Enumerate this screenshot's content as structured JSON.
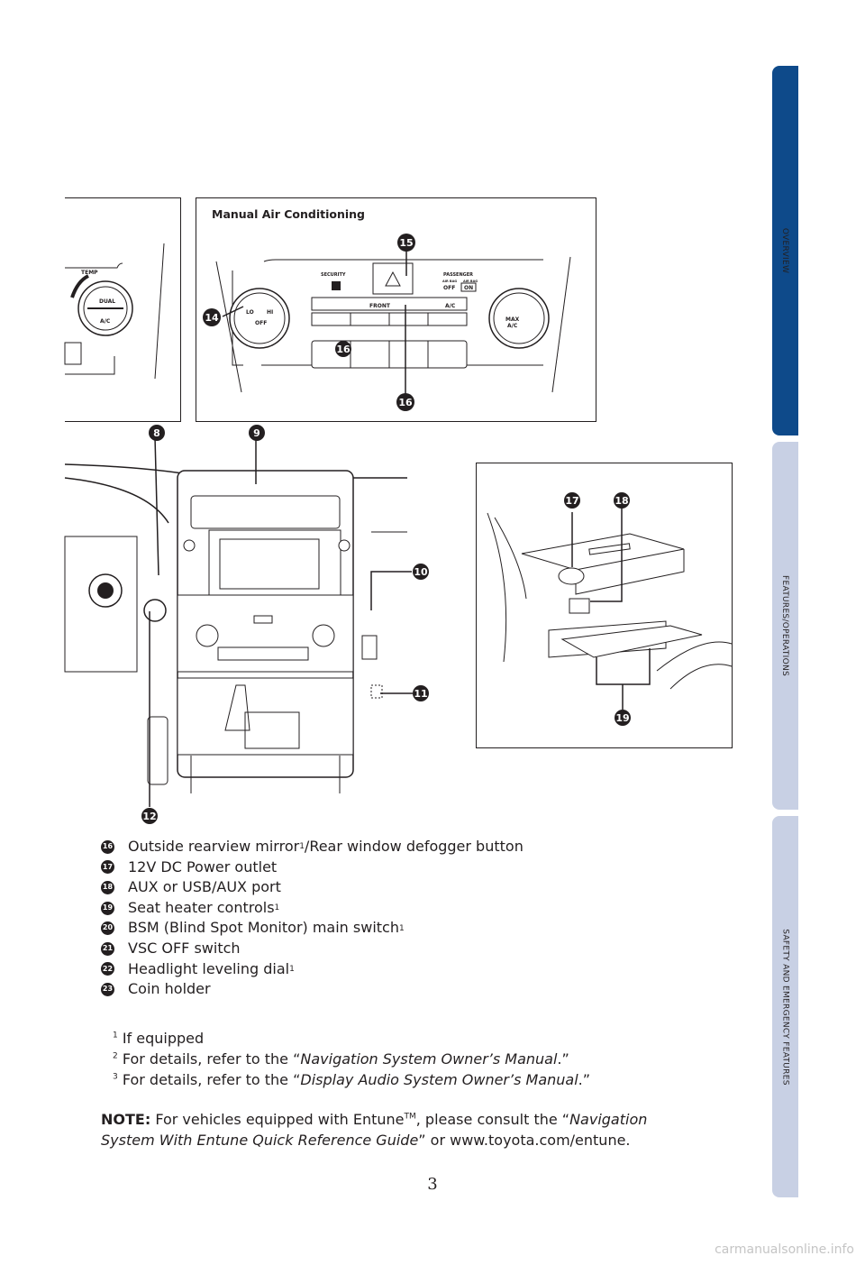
{
  "side_tabs": [
    {
      "label": "OVERVIEW",
      "color": "#0e4a8a",
      "active": true
    },
    {
      "label": "FEATURES/OPERATIONS",
      "color": "#c8d0e4",
      "active": false
    },
    {
      "label": "SAFETY AND EMERGENCY FEATURES",
      "color": "#c8d0e4",
      "active": false
    }
  ],
  "climate_panel": {
    "title": "Manual Air Conditioning",
    "callouts": [
      "14",
      "15",
      "16",
      "16"
    ],
    "labels": {
      "temp": "TEMP",
      "dual": "DUAL",
      "ac_small": "A/C",
      "security": "SECURITY",
      "passenger": "PASSENGER",
      "airbag_off_small": "AIR BAG",
      "airbag_on_small": "AIR BAG",
      "off": "OFF",
      "on": "ON",
      "lo": "LO",
      "hi": "HI",
      "fan_off": "OFF",
      "front": "FRONT",
      "ac": "A/C",
      "max": "MAX",
      "max_ac": "A/C"
    }
  },
  "dash_callouts": [
    "8",
    "9",
    "10",
    "11",
    "12"
  ],
  "console_callouts": [
    "17",
    "18",
    "19"
  ],
  "legend": [
    {
      "num": "16",
      "text": "Outside rearview mirror",
      "sup": "1",
      "after": "/Rear window defogger button"
    },
    {
      "num": "17",
      "text": "12V DC Power outlet",
      "sup": "",
      "after": ""
    },
    {
      "num": "18",
      "text": "AUX or USB/AUX port",
      "sup": "",
      "after": ""
    },
    {
      "num": "19",
      "text": "Seat heater controls",
      "sup": "1",
      "after": ""
    },
    {
      "num": "20",
      "text": "BSM (Blind Spot Monitor) main switch",
      "sup": "1",
      "after": ""
    },
    {
      "num": "21",
      "text": "VSC OFF switch",
      "sup": "",
      "after": ""
    },
    {
      "num": "22",
      "text": "Headlight leveling dial",
      "sup": "1",
      "after": ""
    },
    {
      "num": "23",
      "text": "Coin holder",
      "sup": "",
      "after": ""
    }
  ],
  "footnotes": [
    {
      "sup": "1",
      "text": "If equipped",
      "italic": "",
      "end": ""
    },
    {
      "sup": "2",
      "text": "For details, refer to the “",
      "italic": "Navigation System Owner’s Manual",
      "end": ".”"
    },
    {
      "sup": "3",
      "text": "For details, refer to the “",
      "italic": "Display Audio System Owner’s Manual",
      "end": ".”"
    }
  ],
  "note": {
    "label": "NOTE:",
    "text1": " For vehicles equipped with Entune",
    "tm": "TM",
    "text2": ", please consult the “",
    "italic": "Navigation System With Entune Quick Reference Guide",
    "text3": "” or www.toyota.com/entune."
  },
  "page_number": "3",
  "watermark": "carmanualsonline.info"
}
